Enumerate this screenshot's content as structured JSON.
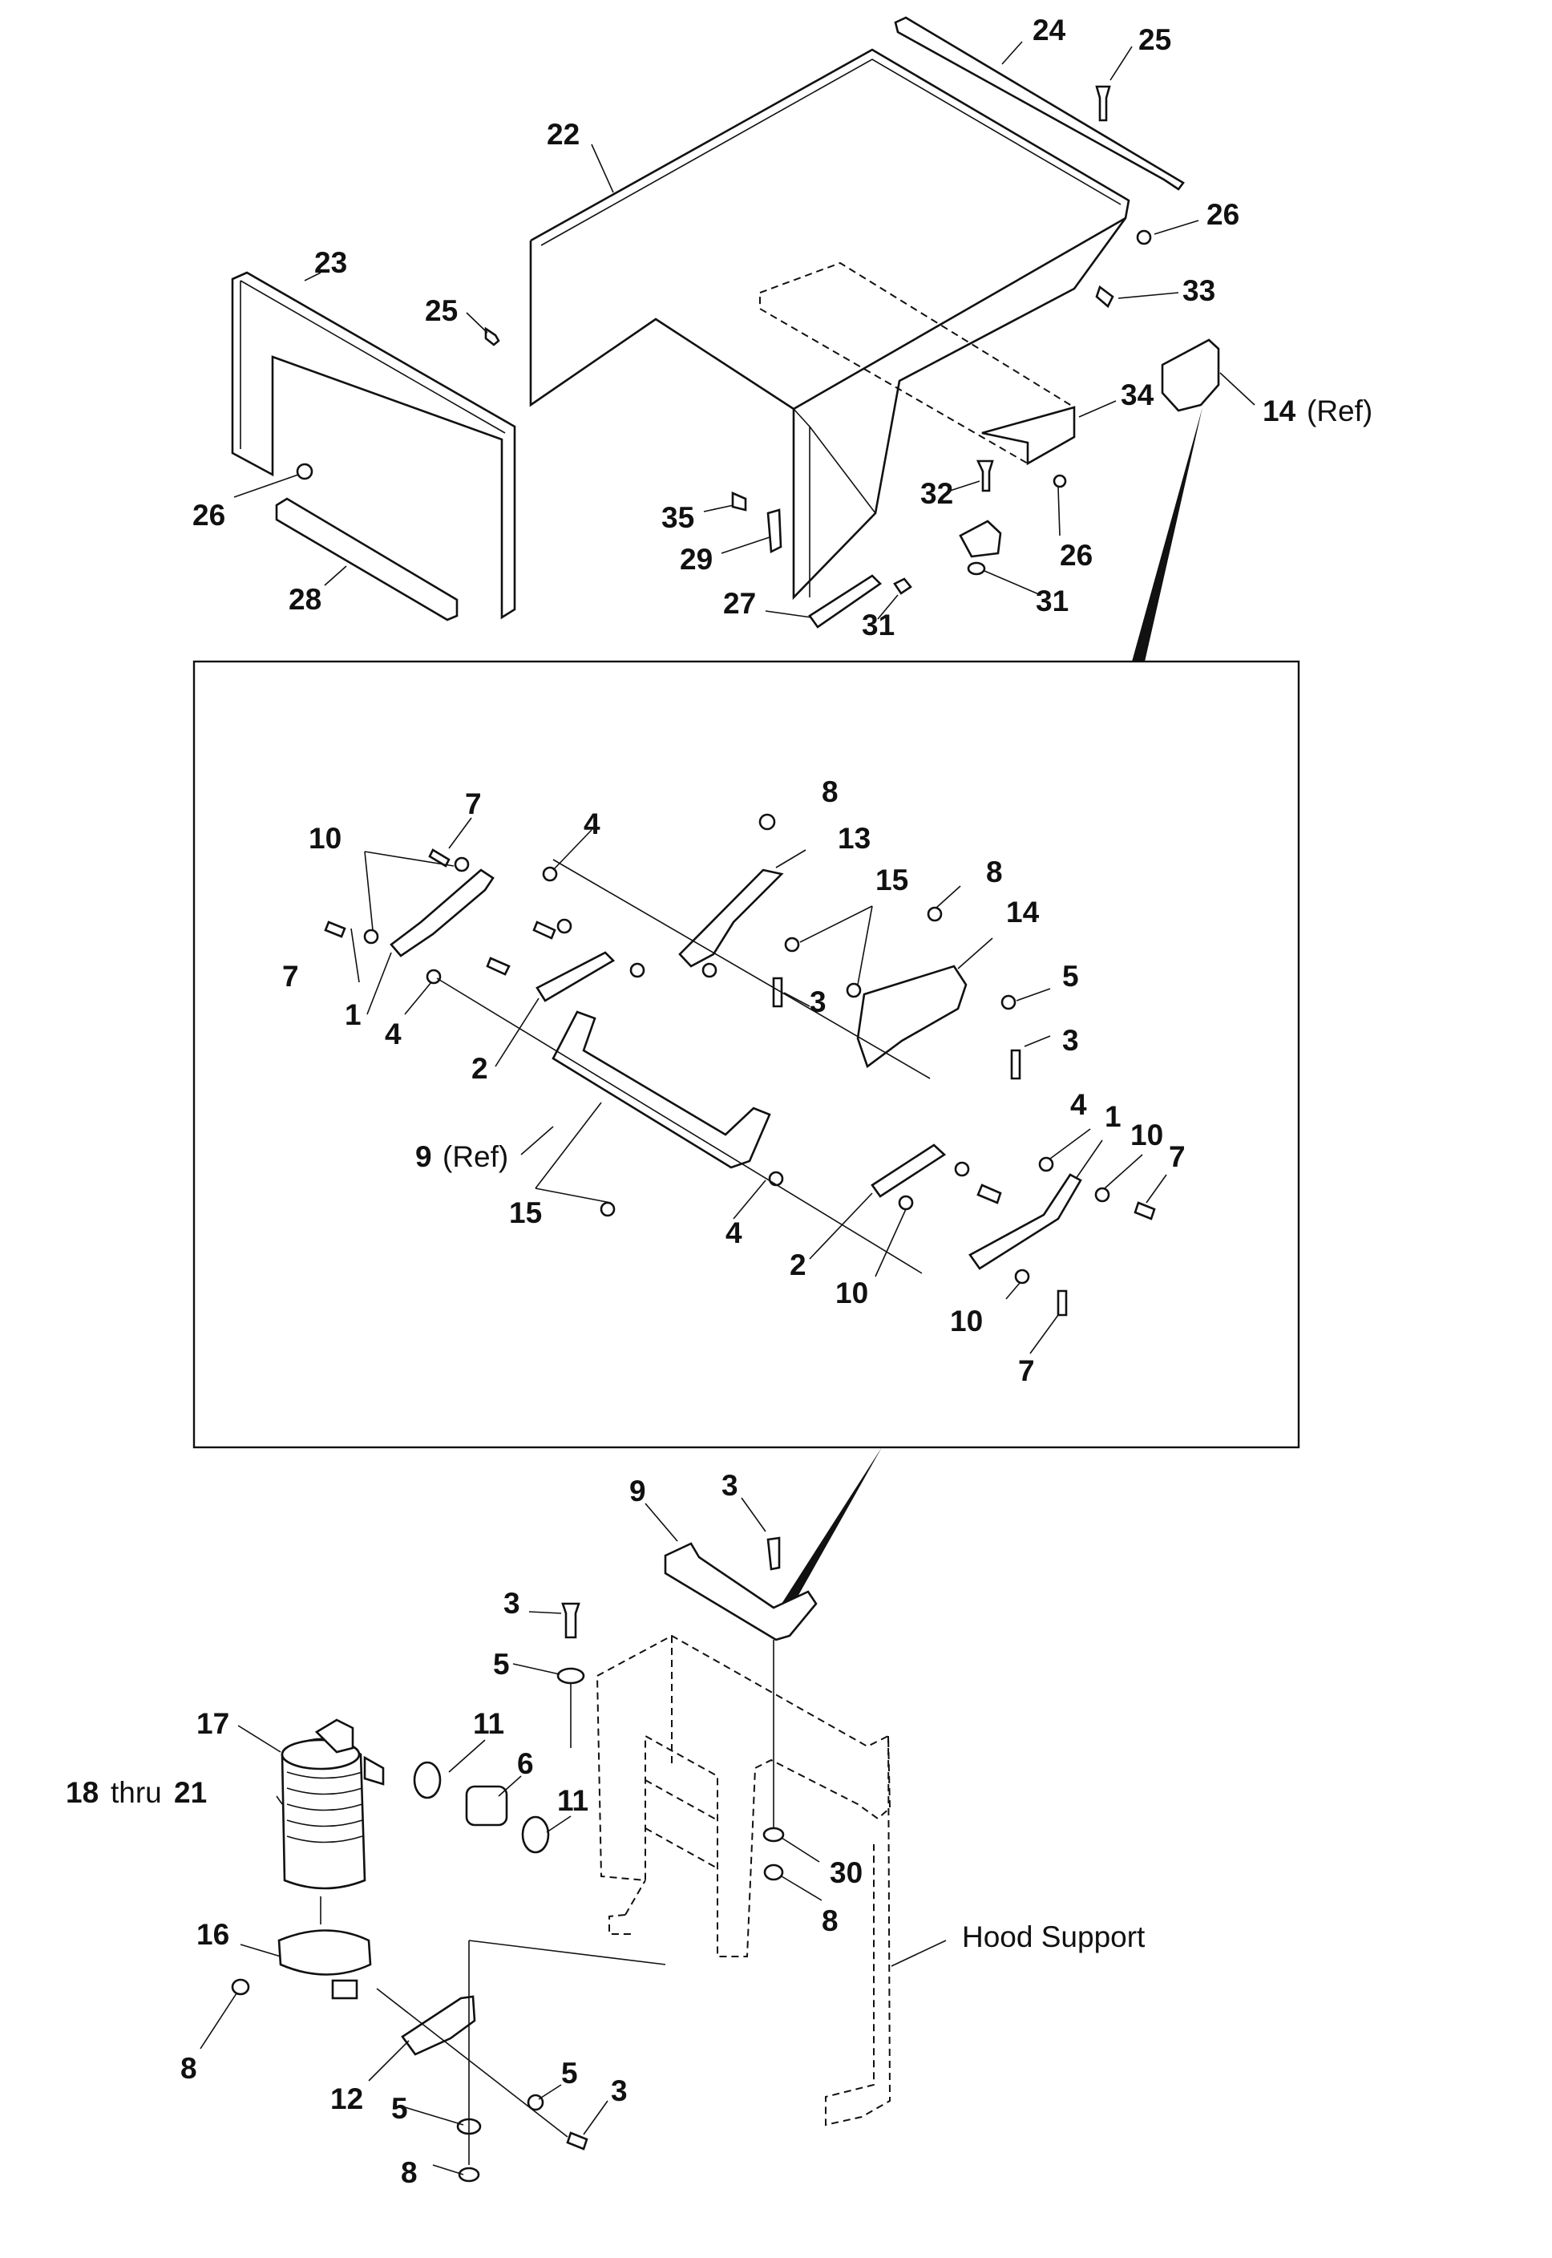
{
  "labels": {
    "l24": "24",
    "l25a": "25",
    "l22": "22",
    "l26a": "26",
    "l23": "23",
    "l25b": "25",
    "l33": "33",
    "l34": "34",
    "l14ref_num": "14",
    "l14ref_txt": "(Ref)",
    "l26b": "26",
    "l35": "35",
    "l32": "32",
    "l29": "29",
    "l26c": "26",
    "l28": "28",
    "l27": "27",
    "l31a": "31",
    "l31b": "31",
    "d7a": "7",
    "d10a": "10",
    "d8a": "8",
    "d4a": "4",
    "d13": "13",
    "d15a": "15",
    "d8b": "8",
    "d14": "14",
    "d7b": "7",
    "d1a": "1",
    "d4b": "4",
    "d3a": "3",
    "d5": "5",
    "d3b": "3",
    "d2a": "2",
    "d9ref_num": "9",
    "d9ref_txt": "(Ref)",
    "d15b": "15",
    "d4c": "4",
    "d1b": "1",
    "d10b": "10",
    "d7c": "7",
    "d4d": "4",
    "d2b": "2",
    "d10c": "10",
    "d10d": "10",
    "d7d": "7",
    "b9": "9",
    "b3a": "3",
    "b3b": "3",
    "b5a": "5",
    "b17": "17",
    "b11a": "11",
    "b6": "6",
    "b18_num": "18",
    "b18_txt": "thru",
    "b18_num2": "21",
    "b11b": "11",
    "b30": "30",
    "b8a": "8",
    "b16": "16",
    "hood": "Hood Support",
    "b8b": "8",
    "b5b": "5",
    "b3c": "3",
    "b12": "12",
    "b5c": "5",
    "b8c": "8"
  }
}
